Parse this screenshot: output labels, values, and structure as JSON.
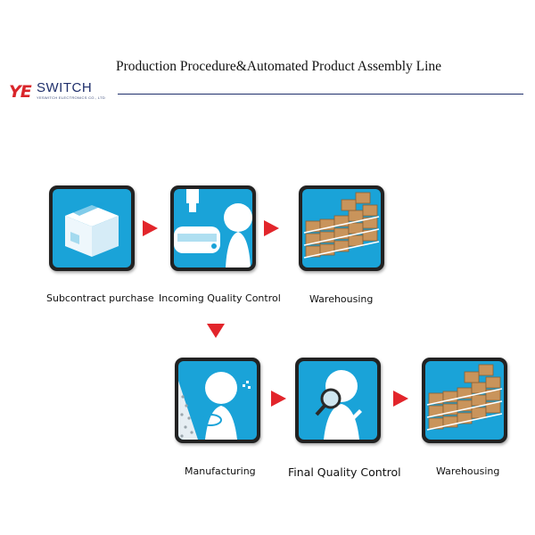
{
  "header": {
    "logo_mark": "YE",
    "logo_name": "SWITCH",
    "logo_subtitle": "YESWITCH ELECTRONICS CO., LTD",
    "title": "Production Procedure&Automated Product Assembly Line"
  },
  "steps": [
    {
      "label": "Subcontract purchase"
    },
    {
      "label": "Incoming Quality Control"
    },
    {
      "label": "Warehousing"
    },
    {
      "label": "Manufacturing"
    },
    {
      "label": "Final Quality Control"
    },
    {
      "label": "Warehousing"
    }
  ],
  "colors": {
    "tile_blue": "#1aa3d8",
    "arrow_red": "#e2252b",
    "box_brown": "#c9945b",
    "brand_navy": "#1f2f6b",
    "brand_red": "#d9252a"
  },
  "icons": [
    "box-icon",
    "inspection-icon",
    "warehouse-icon",
    "manufacturing-icon",
    "magnifier-icon",
    "warehouse-icon"
  ]
}
